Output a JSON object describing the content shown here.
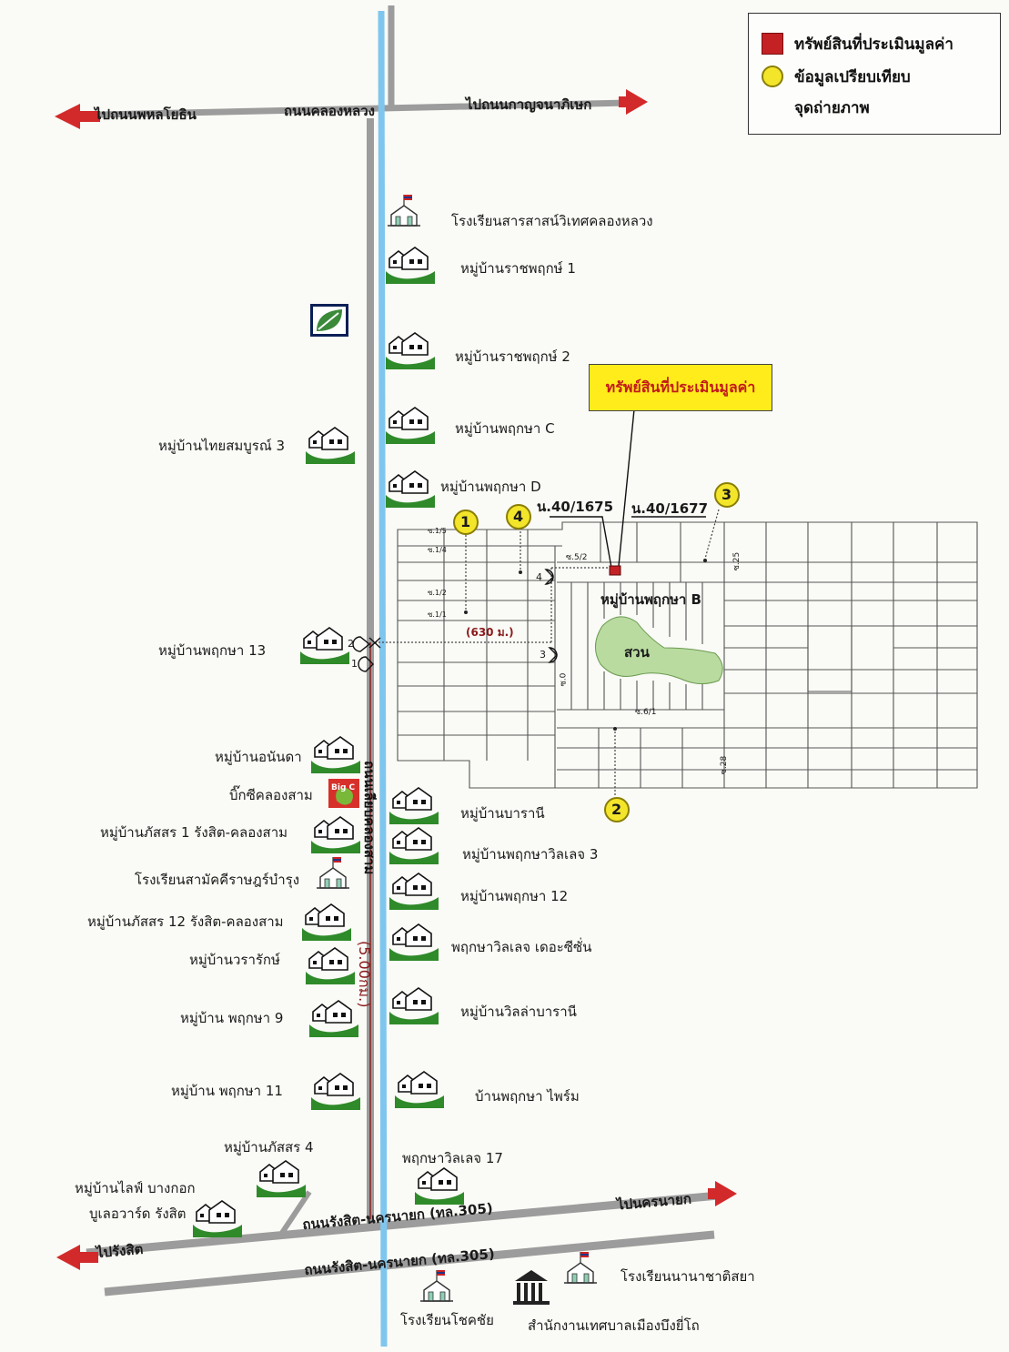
{
  "legend": {
    "items": [
      {
        "label": "ทรัพย์สินที่ประเมินมูลค่า",
        "symbol": "red-square"
      },
      {
        "label": "ข้อมูลเปรียบเทียบ",
        "symbol": "yellow-circle"
      },
      {
        "label": "จุดถ่ายภาพ",
        "symbol": "camera-marker"
      }
    ]
  },
  "callout": {
    "label": "ทรัพย์สินที่ประเมินมูลค่า"
  },
  "roads": {
    "to_phahon": "ไปถนนพหลโยธิน",
    "khlong_luang": "ถนนคลองหลวง",
    "to_kanchana": "ไปถนนกาญจนาภิเษก",
    "rangsit_nakhonnayok_1": "ถนนรังสิต-นครนายก (ทล.305)",
    "rangsit_nakhonnayok_2": "ถนนรังสิต-นครนายก (ทล.305)",
    "to_nakhonnayok": "ไปนครนายก",
    "to_rangsit": "ไปรังสิต",
    "khlong_sam_road": "ถนนเลียบคลองสาม",
    "distance_5km": "(5.00กม.)",
    "distance_630m": "(630 ม.)"
  },
  "parcels": {
    "p1": "น.40/1675",
    "p2": "น.40/1677"
  },
  "village_b": "หมู่บ้านพฤกษา B",
  "garden": "สวน",
  "sois": {
    "s15": "ซ.1/5",
    "s14": "ซ.1/4",
    "s12": "ซ.1/2",
    "s11": "ซ.1/1",
    "s52": "ซ.5/2",
    "s25": "ซ.25",
    "s0": "ซ.0",
    "s61": "ซ.6/1",
    "s28": "ซ.28"
  },
  "comparables": [
    "1",
    "2",
    "3",
    "4"
  ],
  "photo_points": [
    "1",
    "2",
    "3",
    "4"
  ],
  "places": {
    "school_saraswit": "โรงเรียนสารสาสน์วิเทศคลองหลวง",
    "rachaphruk1": "หมู่บ้านราชพฤกษ์ 1",
    "rachaphruk2": "หมู่บ้านราชพฤกษ์ 2",
    "pruksa_c": "หมู่บ้านพฤกษา C",
    "thaisombun3": "หมู่บ้านไทยสมบูรณ์ 3",
    "pruksa_d": "หมู่บ้านพฤกษา D",
    "pruksa13": "หมู่บ้านพฤกษา 13",
    "ananda": "หมู่บ้านอนันดา",
    "bigc": "บิ๊กซีคลองสาม",
    "bigc_logo": "Big C",
    "baranee": "หมู่บ้านบารานี",
    "phatsorn1": "หมู่บ้านภัสสร 1 รังสิต-คลองสาม",
    "pruksa_village3": "หมู่บ้านพฤกษาวิลเลจ 3",
    "school_samakkhi": "โรงเรียนสามัคคีราษฎร์บำรุง",
    "pruksa12": "หมู่บ้านพฤกษา 12",
    "phatsorn12": "หมู่บ้านภัสสร 12 รังสิต-คลองสาม",
    "pruksa_the_season": "พฤกษาวิลเลจ เดอะซีซั่น",
    "wararak": "หมู่บ้านวรารักษ์",
    "villa_baranee": "หมู่บ้านวิลล่าบารานี",
    "pruksa9": "หมู่บ้าน พฤกษา 9",
    "pruksa11": "หมู่บ้าน พฤกษา 11",
    "pruksa_prime": "บ้านพฤกษา ไพร์ม",
    "phatsorn4": "หมู่บ้านภัสสร 4",
    "pruksa_village17": "พฤกษาวิลเลจ 17",
    "life_bangkok_1": "หมู่บ้านไลฟ์ บางกอก",
    "life_bangkok_2": "บูเลอวาร์ด รังสิต",
    "school_nanachat": "โรงเรียนนานาชาติสยา",
    "school_chokchai": "โรงเรียนโชคชัย",
    "municipal_office": "สำนักงานเทศบาลเมืองบึงยี่โถ"
  },
  "colors": {
    "road": "#9c9c9c",
    "canal": "#7fc6ee",
    "subject": "#c42125",
    "comparable": "#f3e52a",
    "garden": "#b9dba0",
    "arrow": "#d22a2a",
    "house_green": "#2f8a2a"
  }
}
